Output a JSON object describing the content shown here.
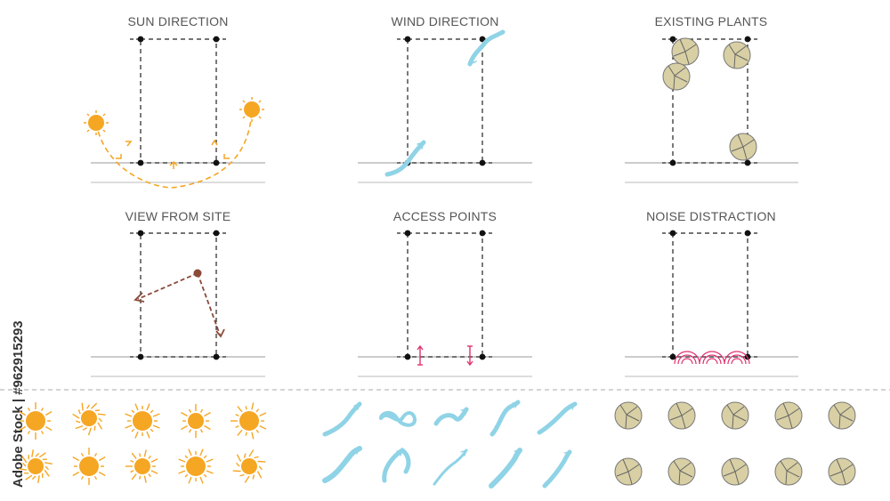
{
  "panels": [
    {
      "id": "sun",
      "title": "SUN DIRECTION"
    },
    {
      "id": "wind",
      "title": "WIND DIRECTION"
    },
    {
      "id": "plants",
      "title": "EXISTING PLANTS"
    },
    {
      "id": "view",
      "title": "VIEW FROM SITE"
    },
    {
      "id": "access",
      "title": "ACCESS POINTS"
    },
    {
      "id": "noise",
      "title": "NOISE DISTRACTION"
    }
  ],
  "side_text": "Adobe Stock | #962915293",
  "colors": {
    "sun": "#f5a623",
    "sun_light": "#f7c063",
    "wind": "#8fd3e6",
    "tree": "#d8cfa4",
    "tree_line": "#6b6b6b",
    "view": "#8b4a3a",
    "access": "#e0316f",
    "noise": "#e0316f",
    "frame": "#222222"
  }
}
